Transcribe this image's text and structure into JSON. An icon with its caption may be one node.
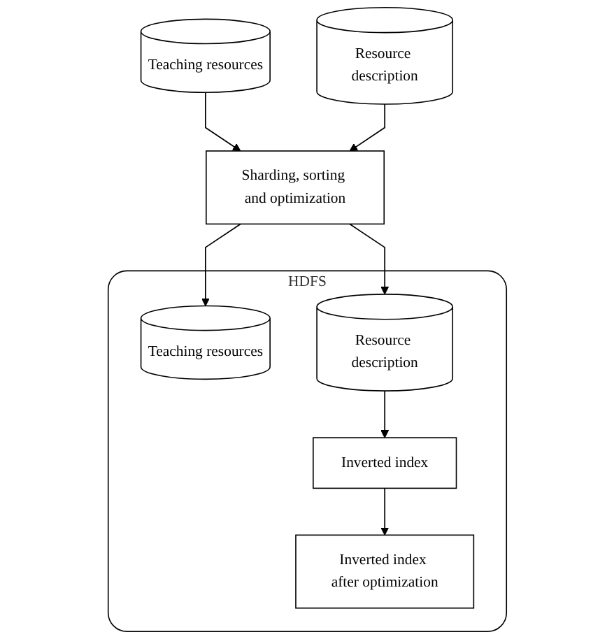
{
  "diagram": {
    "nodes": [
      {
        "text": [
          "Teaching resources"
        ]
      },
      {
        "text": [
          "Resource description"
        ]
      },
      {
        "text": [
          "Sharding, sorting and optimization"
        ]
      },
      {
        "text": [
          "HDFS"
        ]
      },
      {
        "text": [
          "Teaching resources"
        ],
        "in": 3
      },
      {
        "text": [
          "Resource description"
        ],
        "in": 3
      },
      {
        "text": [
          "Inverted index after optimization"
        ],
        "in": 3
      },
      {
        "text": [
          "Inverted index"
        ],
        "in": 3
      }
    ],
    "edges": [
      {
        "from": 0,
        "to": 2,
        "arrow": "to"
      },
      {
        "from": 1,
        "to": 2,
        "arrow": "to"
      },
      {
        "from": 2,
        "to": 4,
        "arrow": "to"
      },
      {
        "from": 2,
        "to": 5,
        "arrow": "to"
      },
      {
        "from": 5,
        "to": 7,
        "arrow": "to"
      },
      {
        "from": 7,
        "to": 6,
        "arrow": "to"
      }
    ]
  }
}
